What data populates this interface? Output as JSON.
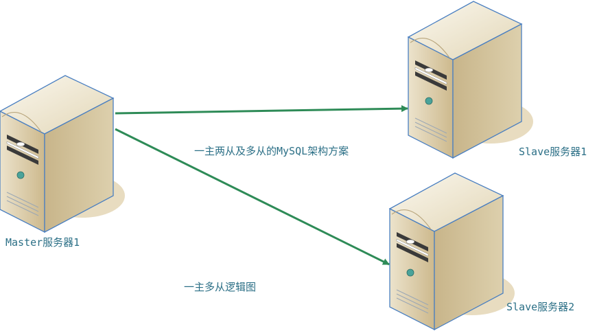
{
  "servers": [
    {
      "id": "master",
      "label": "Master服务器1"
    },
    {
      "id": "slave1",
      "label": "Slave服务器1"
    },
    {
      "id": "slave2",
      "label": "Slave服务器2"
    }
  ],
  "annotations": {
    "architecture": "一主两从及多从的MySQL架构方案",
    "logic": "一主多从逻辑图"
  },
  "colors": {
    "arrow": "#2e8b57",
    "label_text": "#2b6f86",
    "server_front": "#d9c9a3",
    "server_outline": "#4a7fc1",
    "shadow": "#e8dcc0"
  }
}
